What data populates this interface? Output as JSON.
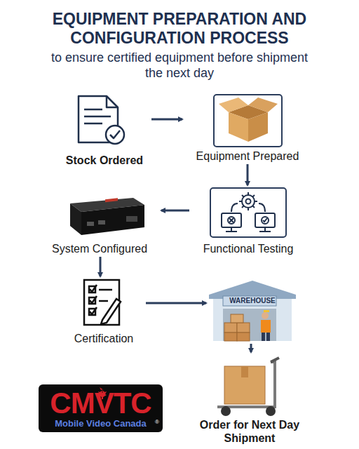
{
  "diagram": {
    "title": "EQUIPMENT PREPARATION AND CONFIGURATION PROCESS",
    "nodes": [
      {
        "text": [
          "Stock Ordered"
        ]
      },
      {
        "text": [
          "Equipment Prepared"
        ]
      },
      {
        "text": [
          "Functional Testing"
        ]
      },
      {
        "text": [
          "System Configured"
        ]
      },
      {
        "text": [
          "Certification"
        ]
      },
      {
        "text": [
          "WAREHOUSE"
        ]
      },
      {
        "text": [
          "Order for Next Day Shipment"
        ]
      }
    ],
    "edges": [
      {
        "from": 0,
        "to": 1,
        "arrow": "to"
      },
      {
        "from": 1,
        "to": 2,
        "arrow": "to"
      },
      {
        "from": 2,
        "to": 3,
        "arrow": "to"
      },
      {
        "from": 3,
        "to": 4,
        "arrow": "to"
      },
      {
        "from": 4,
        "to": 5,
        "arrow": "to"
      },
      {
        "from": 5,
        "to": 6,
        "arrow": "to"
      }
    ],
    "labels": [
      "to ensure certified equipment before shipment the next day",
      "CMVTC",
      "Mobile Video Canada",
      "®"
    ]
  }
}
